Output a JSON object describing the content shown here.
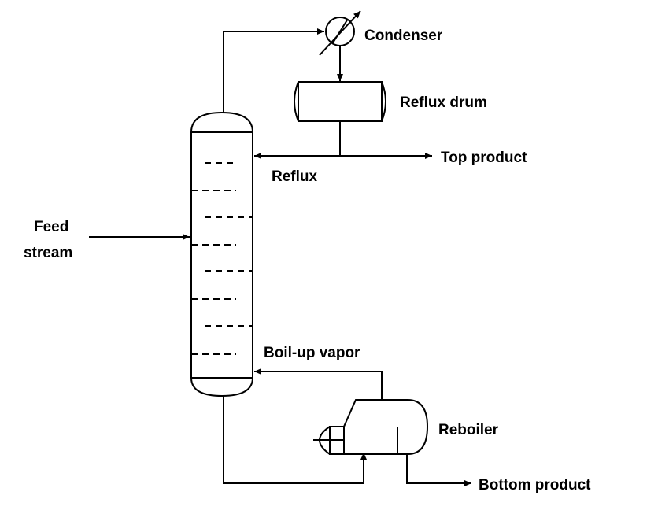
{
  "labels": {
    "condenser": "Condenser",
    "reflux_drum": "Reflux drum",
    "top_product": "Top product",
    "reflux": "Reflux",
    "feed_line1": "Feed",
    "feed_line2": "stream",
    "boilup": "Boil-up vapor",
    "reboiler": "Reboiler",
    "bottom_product": "Bottom product"
  }
}
